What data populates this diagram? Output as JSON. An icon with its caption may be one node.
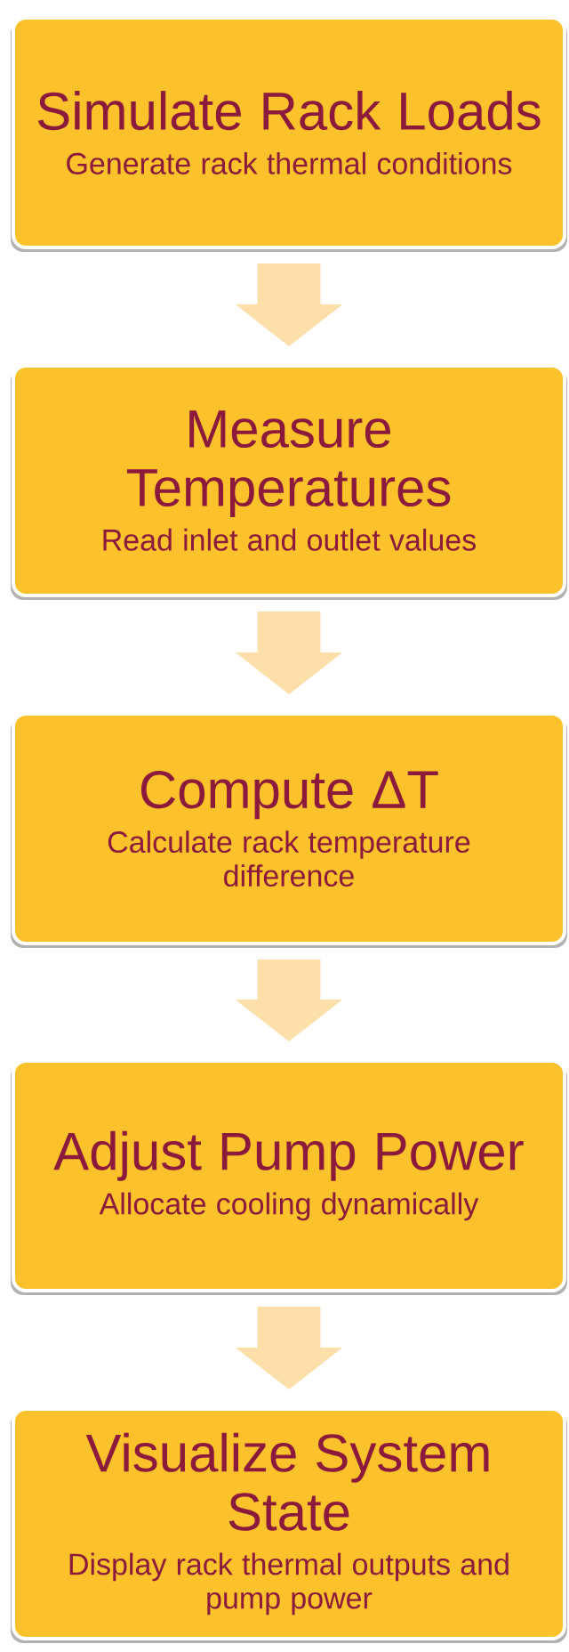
{
  "diagram": {
    "nodes": [
      {
        "text": [
          "Simulate Rack Loads",
          "Generate rack thermal conditions"
        ]
      },
      {
        "text": [
          "Measure Temperatures",
          "Read inlet and outlet values"
        ]
      },
      {
        "text": [
          "Compute ΔT",
          "Calculate rack temperature difference"
        ]
      },
      {
        "text": [
          "Adjust Pump Power",
          "Allocate cooling dynamically"
        ]
      },
      {
        "text": [
          "Visualize System State",
          "Display rack thermal outputs and pump power"
        ]
      }
    ],
    "edges": [
      {
        "from": 0,
        "to": 1,
        "arrow": "to"
      },
      {
        "from": 1,
        "to": 2,
        "arrow": "to"
      },
      {
        "from": 2,
        "to": 3,
        "arrow": "to"
      },
      {
        "from": 3,
        "to": 4,
        "arrow": "to"
      }
    ]
  }
}
